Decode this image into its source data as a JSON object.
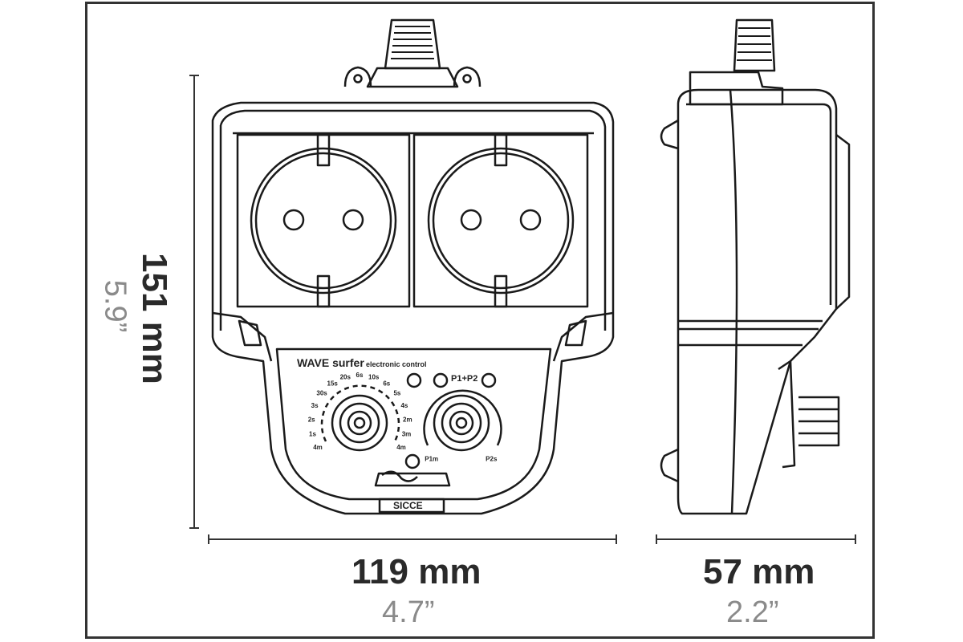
{
  "dimensions": {
    "height": {
      "metric": "151 mm",
      "imperial": "5.9”"
    },
    "width": {
      "metric": "119 mm",
      "imperial": "4.7”"
    },
    "depth": {
      "metric": "57 mm",
      "imperial": "2.2”"
    }
  },
  "device": {
    "brand_line": "WAVE surfer",
    "subtitle": "electronic control",
    "logo": "SICCE",
    "mode_label": "P1+P2",
    "left_dial_marks": [
      "4m",
      "1s",
      "2s",
      "3s",
      "30s",
      "15s",
      "20s",
      "6s",
      "10s",
      "6s",
      "5s",
      "4s",
      "2m",
      "3m",
      "4m"
    ],
    "right_dial_marks": [
      "P1m",
      "P2s"
    ]
  },
  "colors": {
    "line": "#1a1a1a",
    "dim_text": "#2a2a2a",
    "sub_text": "#8a8a8a",
    "frame": "#333333"
  }
}
